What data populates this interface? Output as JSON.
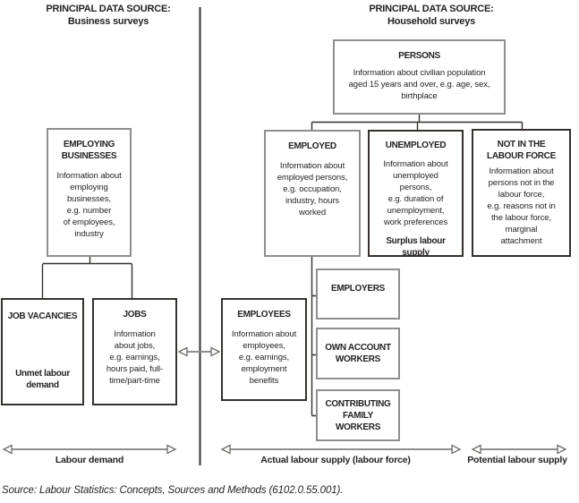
{
  "colors": {
    "text": "#231f20",
    "border_gray": "#8e8e8e",
    "border_dark": "#35302d",
    "arrow_shaft": "#8e8e8e",
    "arrow_head_stroke": "#6f6a66",
    "background": "#ffffff"
  },
  "headers": {
    "business": {
      "line1": "PRINCIPAL DATA SOURCE:",
      "line2": "Business surveys"
    },
    "household": {
      "line1": "PRINCIPAL DATA SOURCE:",
      "line2": "Household surveys"
    }
  },
  "boxes": {
    "employing_businesses": {
      "title": "EMPLOYING\nBUSINESSES",
      "body": "Information about\nemploying\nbusinesses,\ne.g. number\nof employees,\nindustry"
    },
    "persons": {
      "title": "PERSONS",
      "body": "Information about civilian population\naged 15 years and over, e.g. age, sex,\nbirthplace"
    },
    "employed": {
      "title": "EMPLOYED",
      "body": "Information about\nemployed persons,\ne.g. occupation,\nindustry, hours\nworked"
    },
    "unemployed": {
      "title": "UNEMPLOYED",
      "body": "Information about\nunemployed\npersons,\ne.g. duration of\nunemployment,\nwork preferences",
      "footer": "Surplus labour\nsupply"
    },
    "not_in_labour_force": {
      "title": "NOT IN THE\nLABOUR FORCE",
      "body": "Information about\npersons not in the\nlabour force,\ne.g. reasons not in\nthe labour force,\nmarginal\nattachment"
    },
    "job_vacancies": {
      "title": "JOB VACANCIES",
      "footer": "Unmet labour\ndemand"
    },
    "jobs": {
      "title": "JOBS",
      "body": "Information\nabout jobs,\ne.g. earnings,\nhours paid, full-\ntime/part-time"
    },
    "employees": {
      "title": "EMPLOYEES",
      "body": "Information about\nemployees,\ne.g. earnings,\nemployment\nbenefits"
    },
    "employers": {
      "title": "EMPLOYERS"
    },
    "own_account_workers": {
      "title": "OWN ACCOUNT\nWORKERS"
    },
    "contributing_family_workers": {
      "title": "CONTRIBUTING\nFAMILY\nWORKERS"
    }
  },
  "axis_labels": {
    "labour_demand": "Labour demand",
    "actual_labour_supply": "Actual labour supply (labour force)",
    "potential_labour_supply": "Potential labour supply"
  },
  "source_note": "Source: Labour Statistics: Concepts, Sources and Methods (6102.0.55.001)."
}
